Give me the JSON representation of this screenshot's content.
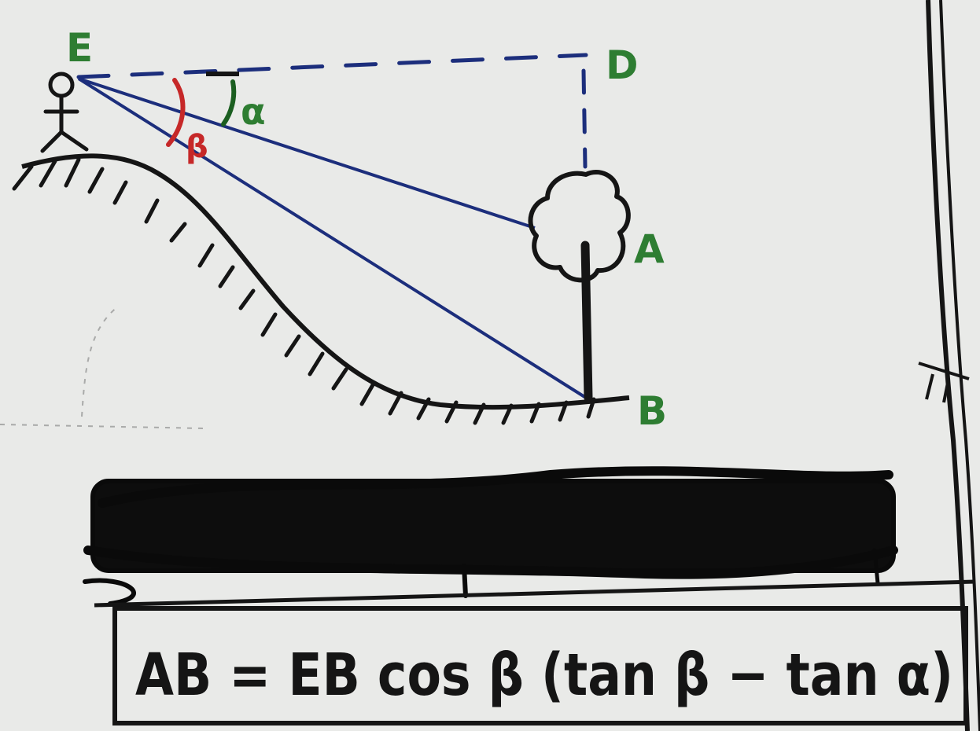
{
  "diagram": {
    "points": {
      "E": "E",
      "D": "D",
      "A": "A",
      "B": "B"
    },
    "angles": {
      "alpha": "α",
      "beta": "β"
    },
    "formula": "AB = EB cos β (tan β − tan α)",
    "colors": {
      "paper": "#e9eae8",
      "ink": "#151515",
      "sight_lines": "#1c2e7c",
      "labels": "#2e7d32",
      "beta_arc": "#c62828"
    }
  }
}
